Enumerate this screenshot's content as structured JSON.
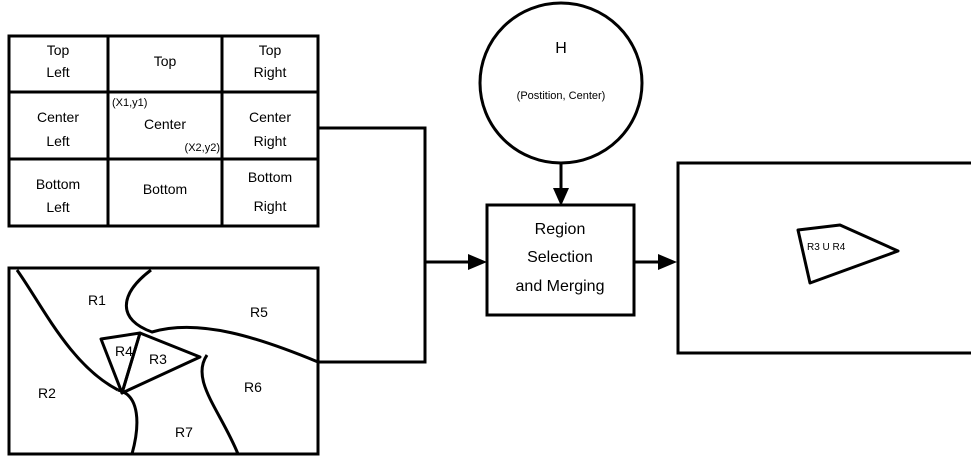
{
  "grid": {
    "cells": [
      [
        "Top",
        "Left"
      ],
      [
        "Top"
      ],
      [
        "Top",
        "Right"
      ],
      [
        "Center",
        "Left"
      ],
      [
        "Center"
      ],
      [
        "Center",
        "Right"
      ],
      [
        "Bottom",
        "Left"
      ],
      [
        "Bottom"
      ],
      [
        "Bottom",
        "Right"
      ]
    ],
    "center_corner_1": "(X1,y1)",
    "center_corner_2": "(X2,y2)"
  },
  "regions": {
    "labels": [
      "R1",
      "R2",
      "R3",
      "R4",
      "R5",
      "R6",
      "R7"
    ]
  },
  "circle": {
    "letter": "H",
    "caption": "(Postition, Center)"
  },
  "process": {
    "lines": [
      "Region",
      "Selection",
      "and Merging"
    ]
  },
  "output": {
    "label": "R3 U R4"
  }
}
